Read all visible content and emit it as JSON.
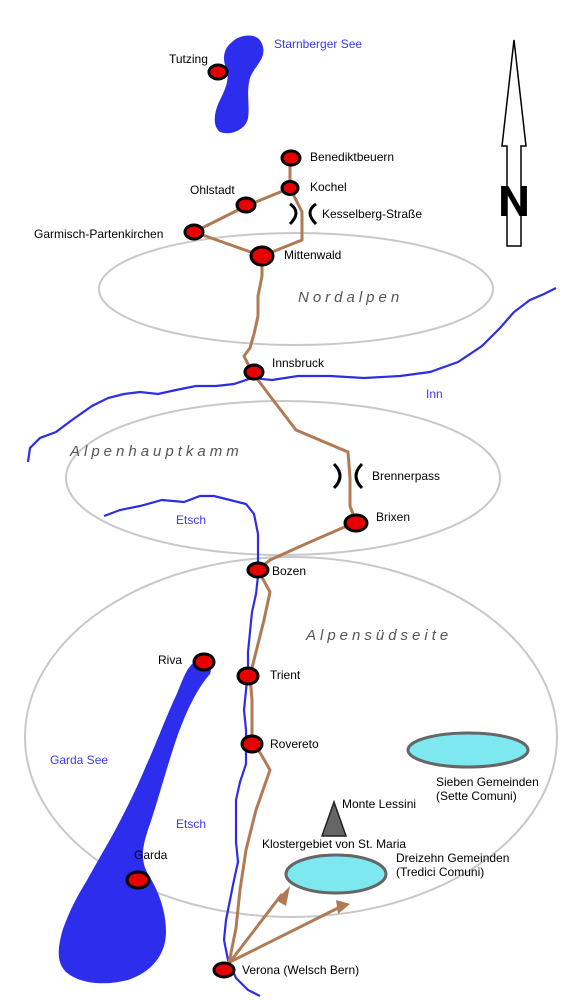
{
  "title": "",
  "regions": {
    "nordalpen": "Nordalpen",
    "alpenhauptkamm": "Alpenhauptkamm",
    "alpensuedseite": "Alpensüdseite"
  },
  "water_labels": {
    "starnberger_see": "Starnberger See",
    "inn": "Inn",
    "etsch_north": "Etsch",
    "etsch_south": "Etsch",
    "garda_see": "Garda See"
  },
  "places": {
    "tutzing": "Tutzing",
    "benediktbeuern": "Benediktbeuern",
    "kochel": "Kochel",
    "ohlstadt": "Ohlstadt",
    "garmisch": "Garmisch-Partenkirchen",
    "mittenwald": "Mittenwald",
    "innsbruck": "Innsbruck",
    "brixen": "Brixen",
    "bozen": "Bozen",
    "riva": "Riva",
    "trient": "Trient",
    "rovereto": "Rovereto",
    "garda": "Garda",
    "verona": "Verona (Welsch Bern)"
  },
  "passes": {
    "kesselberg": "Kesselberg-Straße",
    "brenner": "Brennerpass"
  },
  "areas": {
    "sieben_line1": "Sieben Gemeinden",
    "sieben_line2": "(Sette Comuni)",
    "dreizehn_line1": "Dreizehn Gemeinden",
    "dreizehn_line2": "(Tredici Comuni)",
    "kloster": "Klostergebiet von St. Maria",
    "monte_lessini": "Monte Lessini"
  },
  "compass": {
    "letter": "N"
  },
  "colors": {
    "route": "#b07a55",
    "river": "#2d2de6",
    "lake": "#2d2dee",
    "city": "#e60000",
    "region_outline": "#c8c8c8",
    "area_fill": "#7de8f0"
  }
}
